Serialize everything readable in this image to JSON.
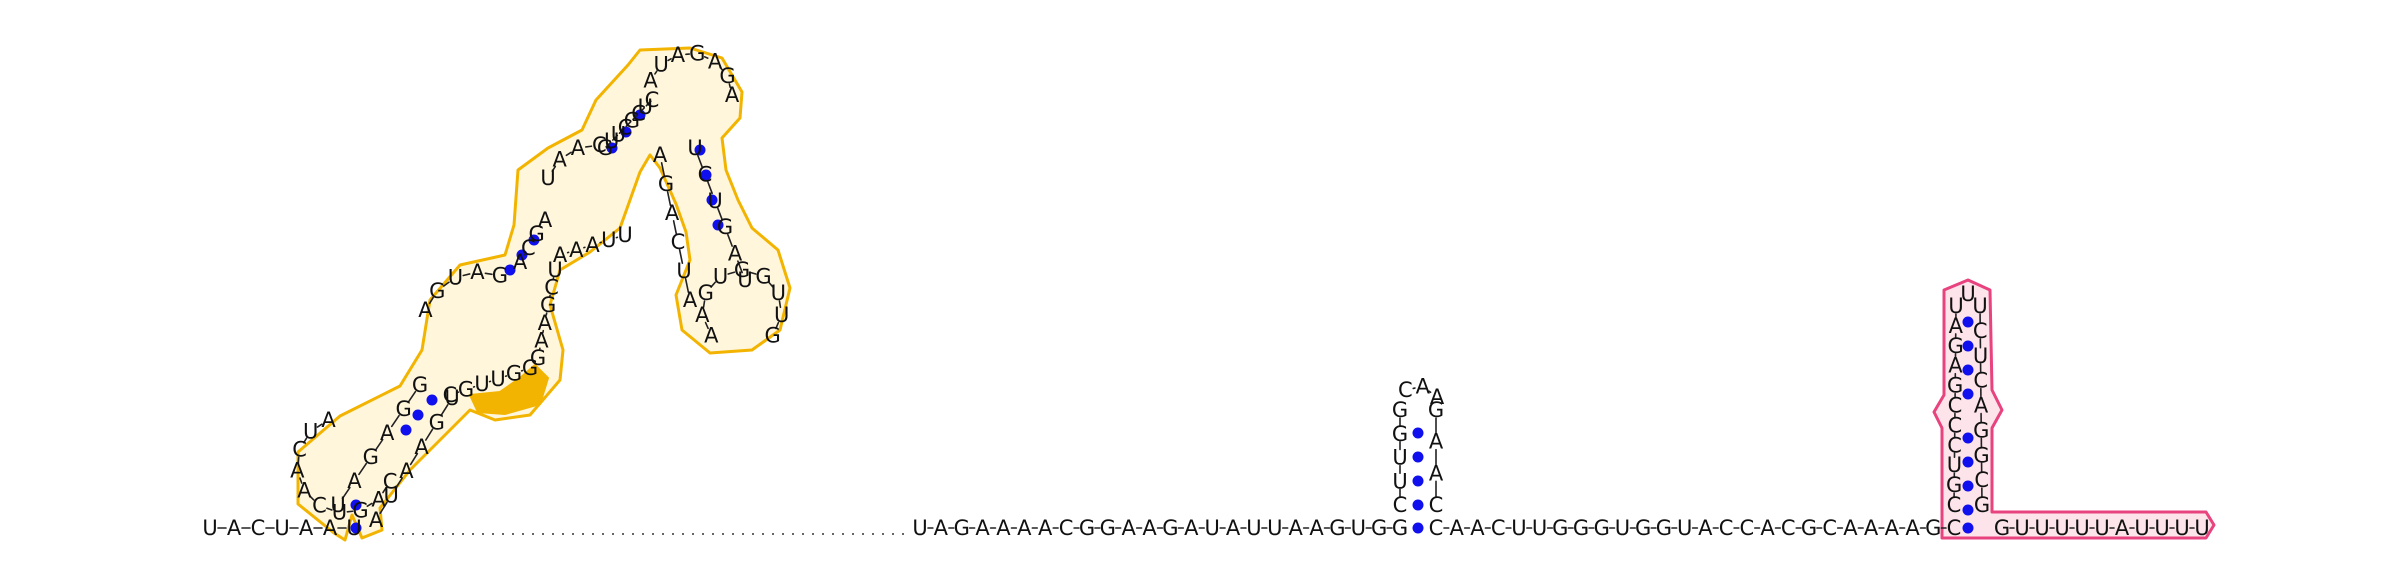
{
  "colors": {
    "orange_outline": "#f2b400",
    "orange_highlight": "#f2b400",
    "pink_outline": "#e8437f",
    "pink_fill": "#fde3ea",
    "base_pair_dot": "#1010ee",
    "text": "#111111"
  },
  "strand": {
    "five_prime_head": [
      "U",
      "A",
      "C",
      "U",
      "A",
      "A",
      "U"
    ],
    "main_segment": [
      "U",
      "A",
      "G",
      "A",
      "A",
      "A",
      "A",
      "C",
      "G",
      "G",
      "A",
      "A",
      "G",
      "A",
      "U",
      "A",
      "U",
      "U",
      "A",
      "A",
      "G",
      "U",
      "G",
      "G",
      "C",
      "A",
      "A",
      "C",
      "U",
      "U",
      "G",
      "G",
      "G",
      "U",
      "G",
      "G",
      "U",
      "A",
      "C",
      "C",
      "A",
      "C",
      "G",
      "C",
      "A",
      "A",
      "A",
      "A",
      "G",
      "C"
    ],
    "tail": [
      "G",
      "U",
      "U",
      "U",
      "U",
      "U",
      "A",
      "U",
      "U",
      "U",
      "U"
    ]
  },
  "structure_left": {
    "stem1_5p": [
      "U",
      "A",
      "G",
      "A",
      "G",
      "G"
    ],
    "stem1_3p": [
      "A",
      "U",
      "A",
      "A",
      "G",
      "U"
    ],
    "loop1": [
      "C",
      "A",
      "G",
      "U",
      "C",
      "A",
      "A",
      "C",
      "U",
      "A"
    ],
    "bulge_upper": [
      "A",
      "G",
      "U",
      "A",
      "G"
    ],
    "bulge_lower": [
      "C",
      "G",
      "U",
      "U",
      "G",
      "G"
    ],
    "stem2_5p": [
      "A",
      "C",
      "G",
      "A"
    ],
    "stem2_3p": [
      "U",
      "C",
      "G",
      "A",
      "A",
      "G"
    ],
    "mid_loop_upper": [
      "U",
      "A",
      "A",
      "C"
    ],
    "mid_loop_lower": [
      "A",
      "A",
      "A",
      "U",
      "U"
    ],
    "stem3": [
      "G",
      "U",
      "U",
      "C",
      "G",
      "C",
      "U",
      "C"
    ],
    "top_loop": [
      "A",
      "U",
      "A",
      "G",
      "A",
      "G",
      "A"
    ],
    "stem4_5p": [
      "A",
      "G",
      "A",
      "C",
      "U",
      "A"
    ],
    "stem4_3p": [
      "U",
      "C",
      "U",
      "G",
      "A",
      "U"
    ],
    "terminal_loop": [
      "A",
      "A",
      "G",
      "U",
      "G",
      "G",
      "U",
      "U",
      "G"
    ]
  },
  "hairpin_center": {
    "left_arm": [
      "C",
      "U",
      "U",
      "G",
      "G"
    ],
    "loop": [
      "C",
      "A",
      "A"
    ],
    "right_arm": [
      "G",
      "A",
      "A",
      "C"
    ]
  },
  "hairpin_right": {
    "left_arm": [
      "C",
      "G",
      "U",
      "C",
      "C",
      "C",
      "G",
      "A",
      "G",
      "A",
      "U"
    ],
    "apex": [
      "U"
    ],
    "right_arm": [
      "U",
      "C",
      "U",
      "C",
      "A",
      "G",
      "G",
      "C",
      "G"
    ]
  }
}
